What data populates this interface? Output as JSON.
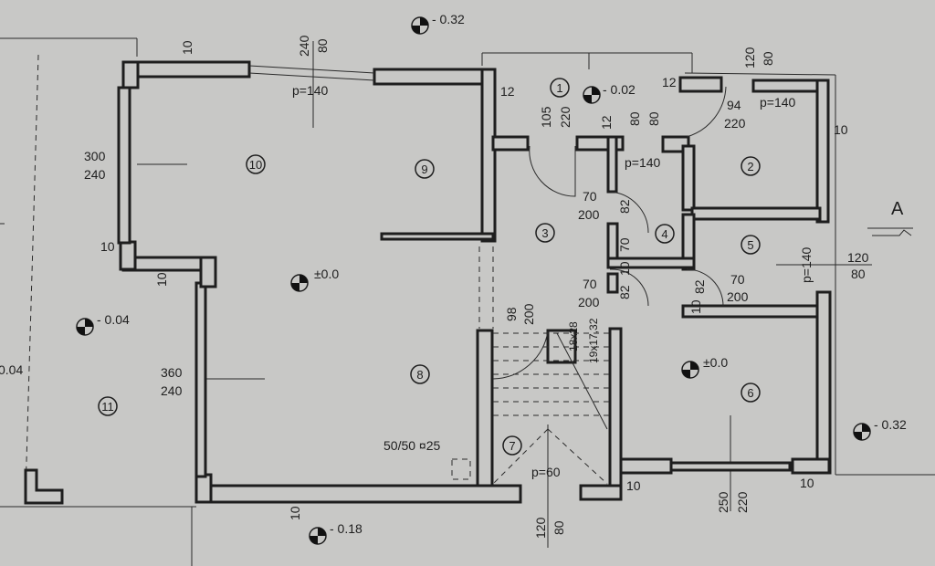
{
  "title_marker": "A",
  "levels": {
    "top": "- 0.32",
    "entry": "- 0.02",
    "living": "±0.0",
    "room6": "±0.0",
    "terrace": "- 0.04",
    "left_edge": "0.04",
    "right": "- 0.32",
    "bottom": "- 0.18"
  },
  "rooms": [
    "1",
    "2",
    "3",
    "4",
    "5",
    "6",
    "7",
    "8",
    "9",
    "10",
    "11"
  ],
  "dimensions": {
    "d10_top": "10",
    "w240": "240",
    "w80": "80",
    "p140_top": "p=140",
    "d12_a": "12",
    "d105": "105",
    "d220_a": "220",
    "d12_b": "12",
    "d80_a": "80",
    "d80_b": "80",
    "d12_c": "12",
    "w120_top": "120",
    "w80_top": "80",
    "d94": "94",
    "d220_b": "220",
    "p140_r2": "p=140",
    "d10_right": "10",
    "w300": "300",
    "w240_l": "240",
    "p140_r4": "p=140",
    "d70_a": "70",
    "d200_a": "200",
    "d82_a": "82",
    "d70_b": "70",
    "d10_l1": "10",
    "d10_l2": "10",
    "w120_r": "120",
    "w80_r": "80",
    "p140_r5": "p=140",
    "d10_c": "10",
    "d70_c": "70",
    "d200_c": "200",
    "d82_c": "82",
    "d82_d": "82",
    "d10_d": "10",
    "d70_d": "70",
    "d200_d": "200",
    "d98": "98",
    "d200_e": "200",
    "stair1": "18x28",
    "stair2": "19x17,32",
    "w360": "360",
    "w240_b": "240",
    "drain": "50/50 ¤25",
    "p60": "p=60",
    "d10_e": "10",
    "d10_f": "10",
    "w250": "250",
    "w220": "220",
    "d10_bot": "10",
    "w120_b": "120",
    "w80_b": "80"
  }
}
